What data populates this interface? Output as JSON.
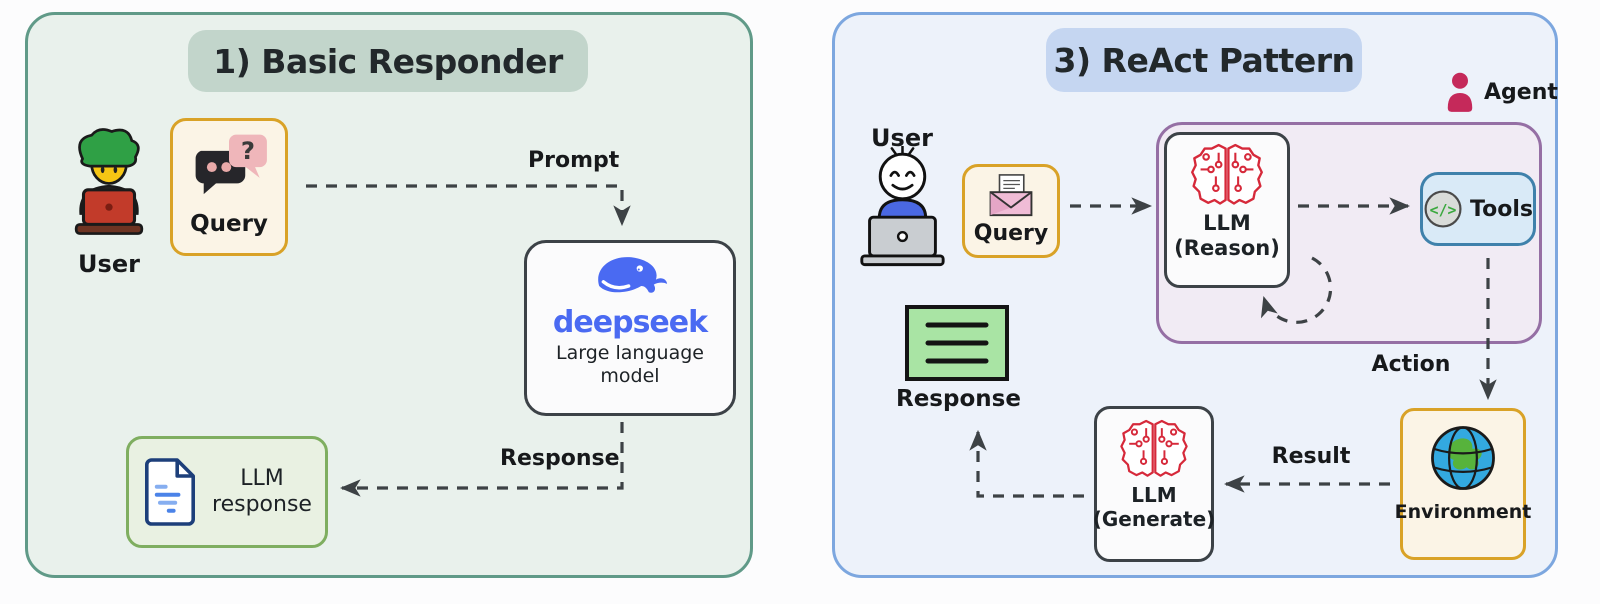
{
  "basic": {
    "title": "1) Basic Responder",
    "user_label": "User",
    "query_label": "Query",
    "prompt_arrow_label": "Prompt",
    "response_arrow_label": "Response",
    "model_box": {
      "brand": "deepseek",
      "caption_line1": "Large language",
      "caption_line2": "model"
    },
    "output_box": {
      "line1": "LLM",
      "line2": "response"
    }
  },
  "react": {
    "title": "3) ReAct Pattern",
    "agent_label": "Agent",
    "user_label": "User",
    "query_label": "Query",
    "reason_box": {
      "line1": "LLM",
      "line2": "(Reason)"
    },
    "tools_label": "Tools",
    "action_arrow_label": "Action",
    "environment_label": "Environment",
    "result_arrow_label": "Result",
    "generate_box": {
      "line1": "LLM",
      "line2": "(Generate)"
    },
    "response_label": "Response"
  },
  "icons": {
    "question_glyph": "?",
    "code_glyph": "</>"
  },
  "colors": {
    "left_panel_bg": "#e9f1ec",
    "left_panel_border": "#609a88",
    "left_pill_bg": "#c2d5cb",
    "right_panel_bg": "#edf2fa",
    "right_panel_border": "#7da7df",
    "right_pill_bg": "#c5d6f1",
    "gold_box_border": "#d9a227",
    "gold_box_bg": "#fbf4e6",
    "purple_container_border": "#956fa4",
    "purple_container_bg": "#f1ebf4",
    "green_response_box_border": "#7fae60",
    "green_response_box_bg": "#e9f1e2",
    "tools_box_border": "#3f81ab",
    "tools_box_bg": "#d9eaf7",
    "deepseek_blue": "#4a6af2",
    "brain_red": "#d6293a",
    "agent_crimson": "#c5295a",
    "arrow_gray": "#3d4245",
    "response_icon_green": "#a9e4a4"
  }
}
